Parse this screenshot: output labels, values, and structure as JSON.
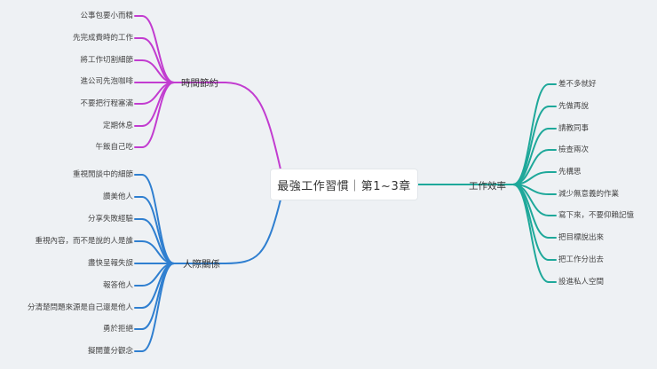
{
  "title": "最強工作習慣｜第1~3章",
  "colors": {
    "time": "#c23cd0",
    "people": "#2f7fd0",
    "efficiency": "#1ea89a",
    "background": "#eef1f4"
  },
  "branches": [
    {
      "key": "time",
      "label": "時間節約",
      "leaves": [
        "公事包要小而精",
        "先完成費時的工作",
        "將工作切割細節",
        "進公司先泡咖啡",
        "不要把行程塞滿",
        "定期休息",
        "午飯自己吃"
      ]
    },
    {
      "key": "people",
      "label": "人際關係",
      "leaves": [
        "重視閒談中的細節",
        "讚美他人",
        "分享失敗經驗",
        "重視內容，而不是說的人是誰",
        "盡快呈報失誤",
        "報答他人",
        "分清楚問題來源是自己還是他人",
        "勇於拒絕",
        "擬開董分觀念"
      ]
    },
    {
      "key": "efficiency",
      "label": "工作效率",
      "leaves": [
        "差不多就好",
        "先做再說",
        "請教同事",
        "檢查兩次",
        "先構思",
        "減少無意義的作業",
        "寫下來，不要仰賴記憶",
        "把目標說出來",
        "把工作分出去",
        "設進私人空間"
      ]
    }
  ]
}
